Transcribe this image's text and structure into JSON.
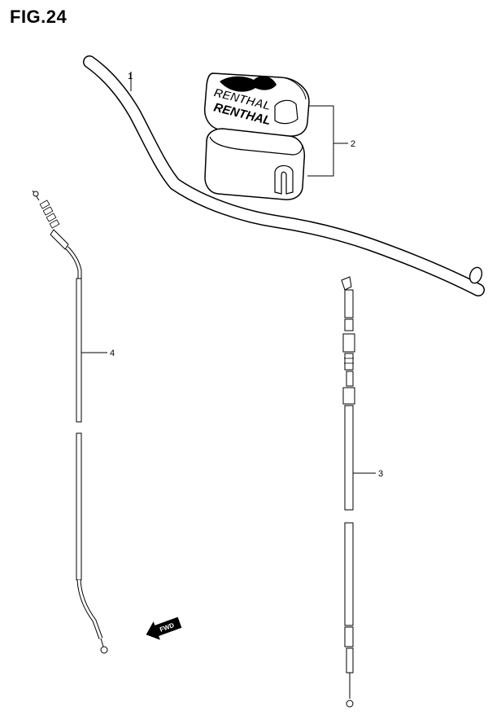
{
  "title": "FIG.24",
  "parts": [
    {
      "ref": "1"
    },
    {
      "ref": "2"
    },
    {
      "ref": "3"
    },
    {
      "ref": "4"
    }
  ],
  "pad_brand_text": "RENTHAL",
  "direction_label": "FWD",
  "colors": {
    "ink": "#000000",
    "paper": "#ffffff"
  }
}
